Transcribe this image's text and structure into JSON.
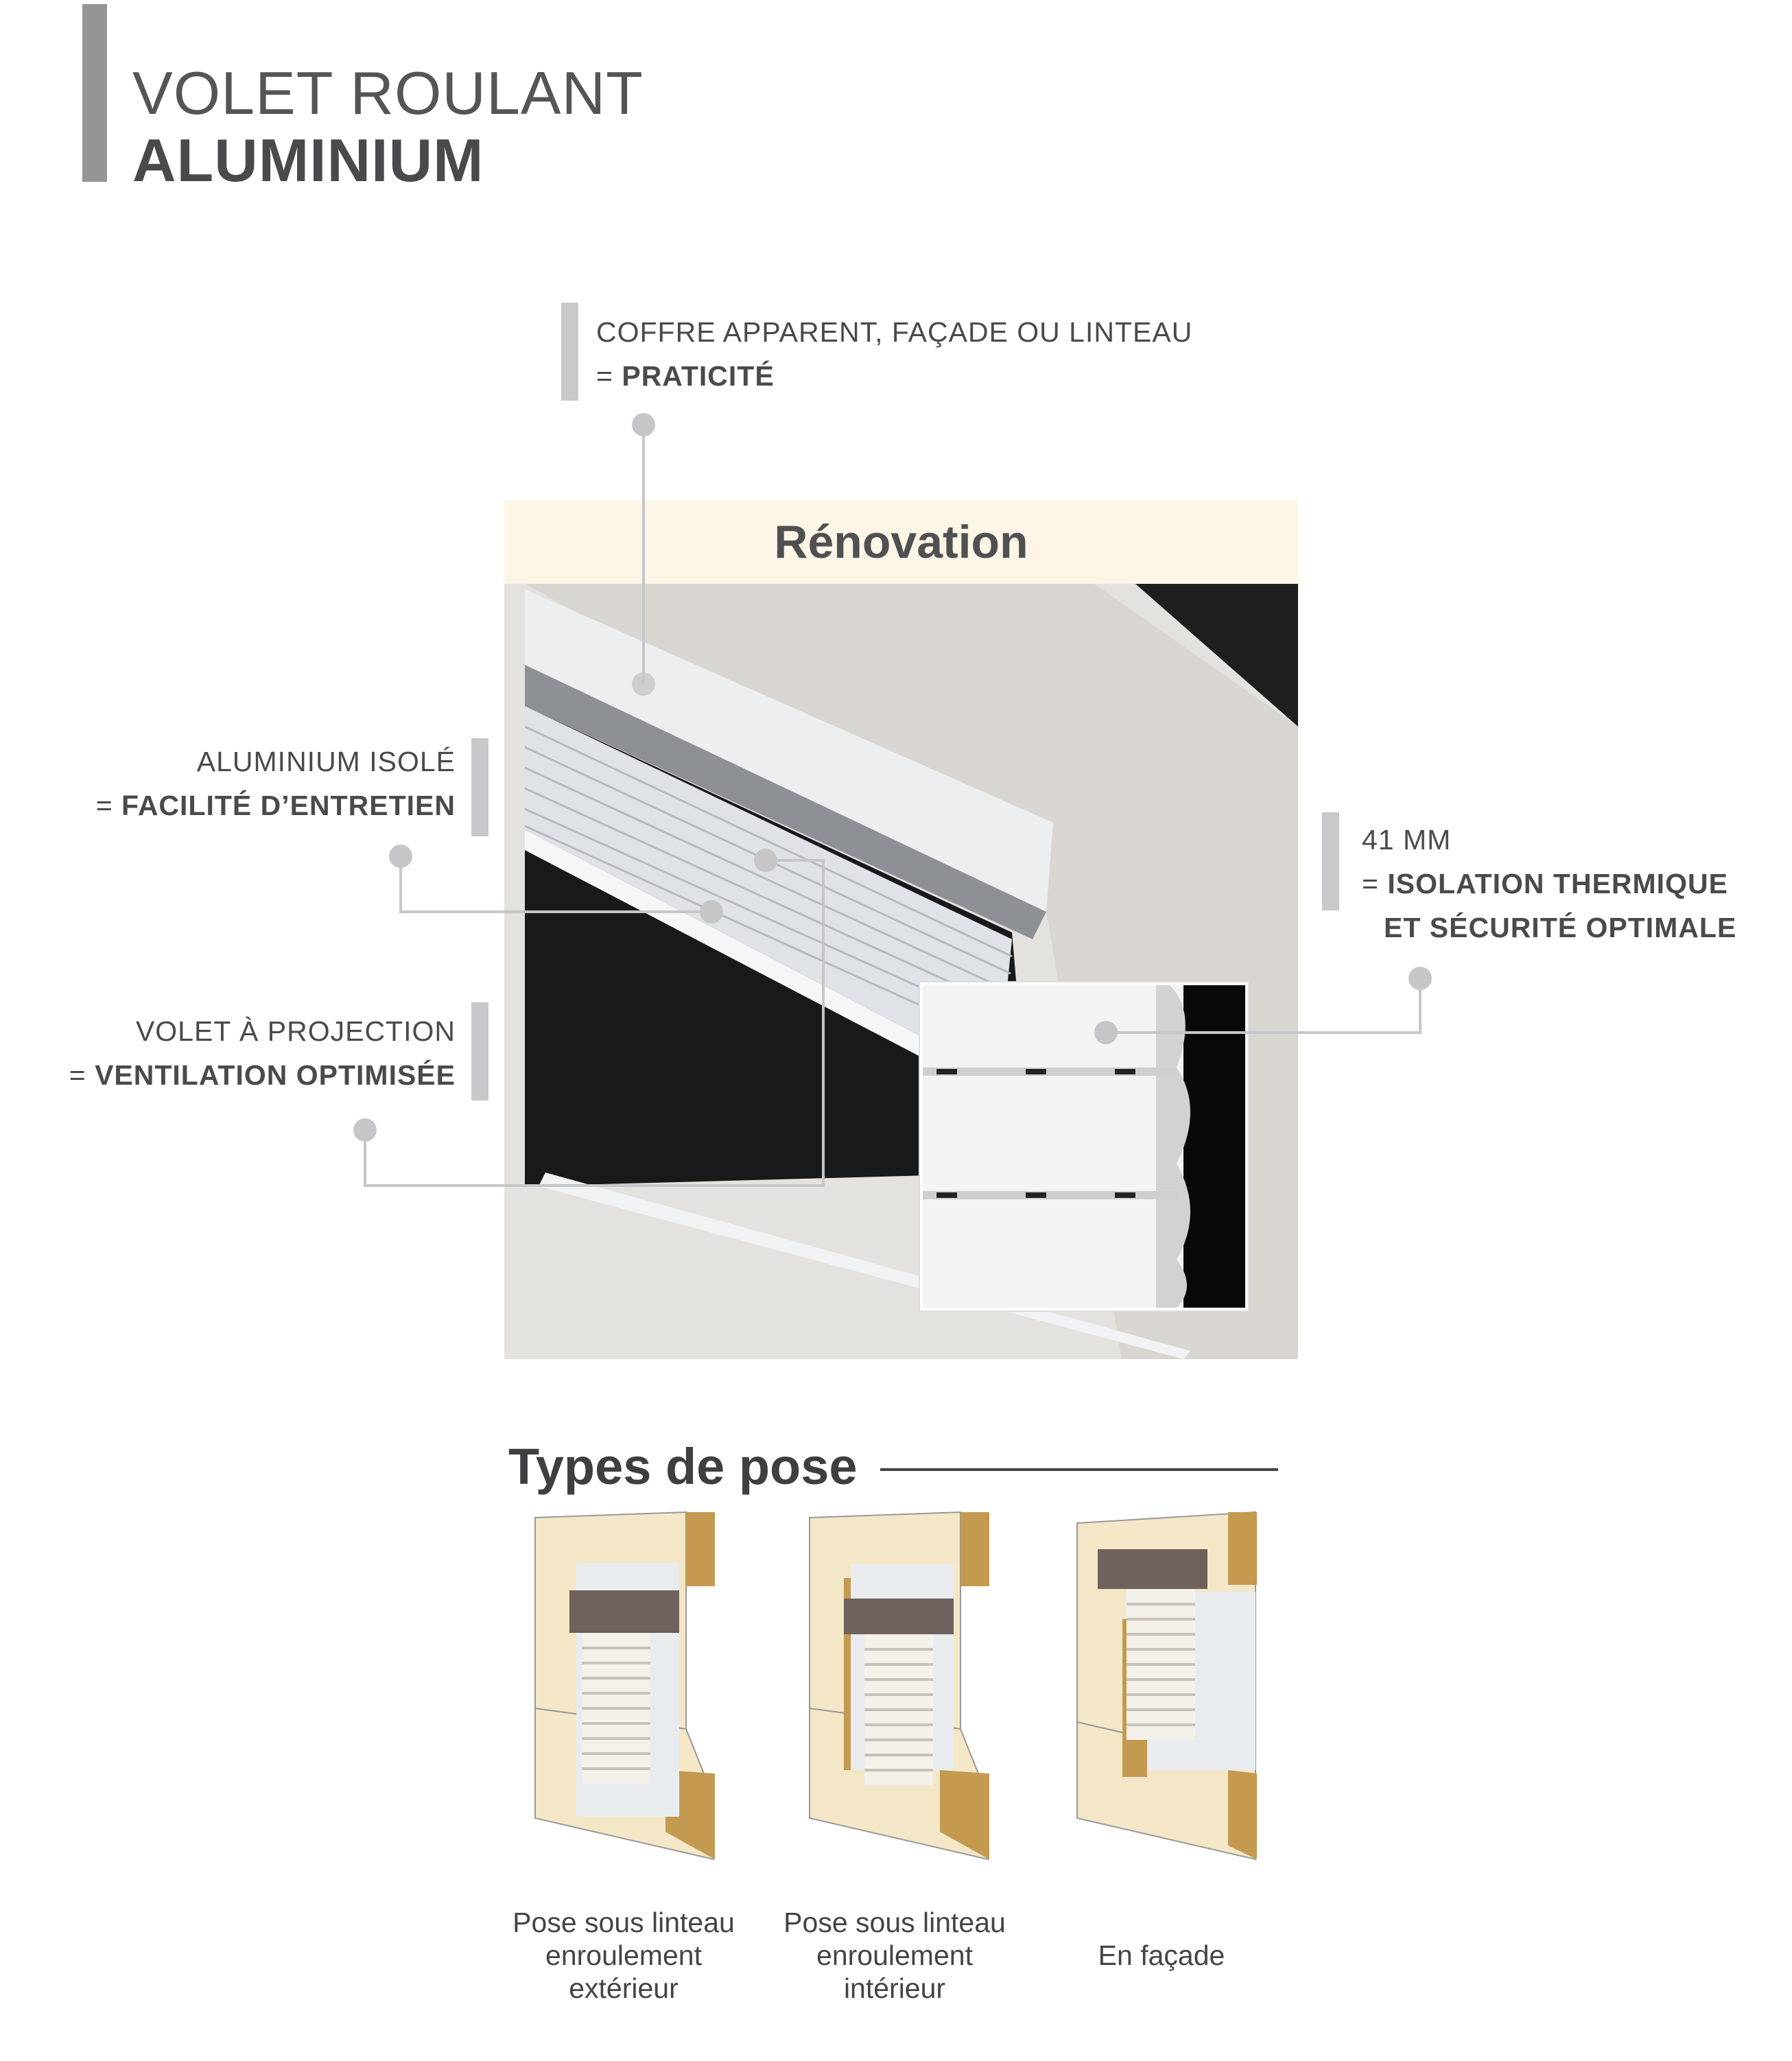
{
  "header": {
    "line1": "VOLET ROULANT",
    "line2": "ALUMINIUM"
  },
  "photo": {
    "banner": "Rénovation"
  },
  "callouts": {
    "coffre": {
      "line1": "COFFRE APPARENT, FAÇADE OU LINTEAU",
      "prefix": "= ",
      "benefit": "PRATICITÉ"
    },
    "isole": {
      "line1": "ALUMINIUM ISOLÉ",
      "prefix": "= ",
      "benefit": "FACILITÉ D’ENTRETIEN"
    },
    "projection": {
      "line1": "VOLET À PROJECTION",
      "prefix": "= ",
      "benefit": "VENTILATION OPTIMISÉE"
    },
    "lame": {
      "line1": "41 MM",
      "prefix": "= ",
      "benefit": "ISOLATION THERMIQUE",
      "benefit2": "ET SÉCURITÉ OPTIMALE"
    }
  },
  "types": {
    "title": "Types de pose",
    "items": [
      {
        "l1": "Pose sous linteau",
        "l2": "enroulement",
        "l3": "extérieur"
      },
      {
        "l1": "Pose sous linteau",
        "l2": "enroulement",
        "l3": "intérieur"
      },
      {
        "l1": "En façade",
        "l2": "",
        "l3": ""
      }
    ]
  },
  "colors": {
    "accent_bar": "#959597",
    "callout_grey": "#c6c6c8",
    "banner": "#fdf6e6",
    "wall": "#f2e6c6",
    "wood": "#c39a4f",
    "box": "#6f615c"
  }
}
